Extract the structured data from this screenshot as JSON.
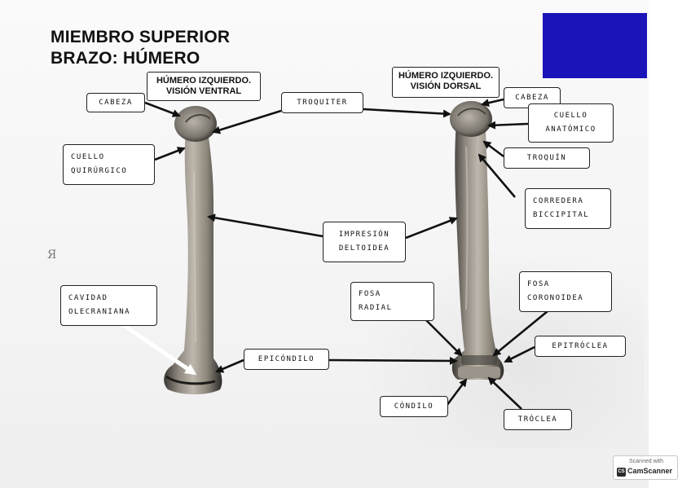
{
  "title": {
    "line1": "MIEMBRO SUPERIOR",
    "line2": "BRAZO: HÚMERO"
  },
  "views": {
    "ventral": {
      "line1": "HÚMERO IZQUIERDO.",
      "line2": "VISIÓN VENTRAL"
    },
    "dorsal": {
      "line1": "HÚMERO IZQUIERDO.",
      "line2": "VISIÓN DORSAL"
    }
  },
  "labels": {
    "cabeza_left": [
      "CABEZA"
    ],
    "cuello_quirurgico": [
      "CUELLO",
      "QUIRÚRGICO"
    ],
    "troquiter": [
      "TROQUITER"
    ],
    "cavidad_olecraniana": [
      "CAVIDAD",
      "OLECRANIANA"
    ],
    "impresion_deltoidea": [
      "IMPRESIÓN",
      "DELTOIDEA"
    ],
    "epicondilo": [
      "EPICÓNDILO"
    ],
    "cabeza_right": [
      "CABEZA"
    ],
    "cuello_anatomico": [
      "CUELLO",
      "ANATÓMICO"
    ],
    "troquin": [
      "TROQUÍN"
    ],
    "corredera_bicipital": [
      "CORREDERA",
      "BICCIPITAL"
    ],
    "fosa_radial": [
      "FOSA",
      "RADIAL"
    ],
    "fosa_coronoidea": [
      "FOSA",
      "CORONOIDEA"
    ],
    "epitroclea": [
      "EPITRÓCLEA"
    ],
    "condilo": [
      "CÓNDILO"
    ],
    "troclea": [
      "TRÓCLEA"
    ]
  },
  "ghost_mark": "Я",
  "colors": {
    "blue_block": "#1b14b8",
    "bone_light": "#a9a39a",
    "bone_dark": "#2b2a28",
    "arrow": "#111111"
  },
  "scanner_badge": {
    "line1": "Scanned with",
    "logo": "CS",
    "name": "CamScanner"
  }
}
